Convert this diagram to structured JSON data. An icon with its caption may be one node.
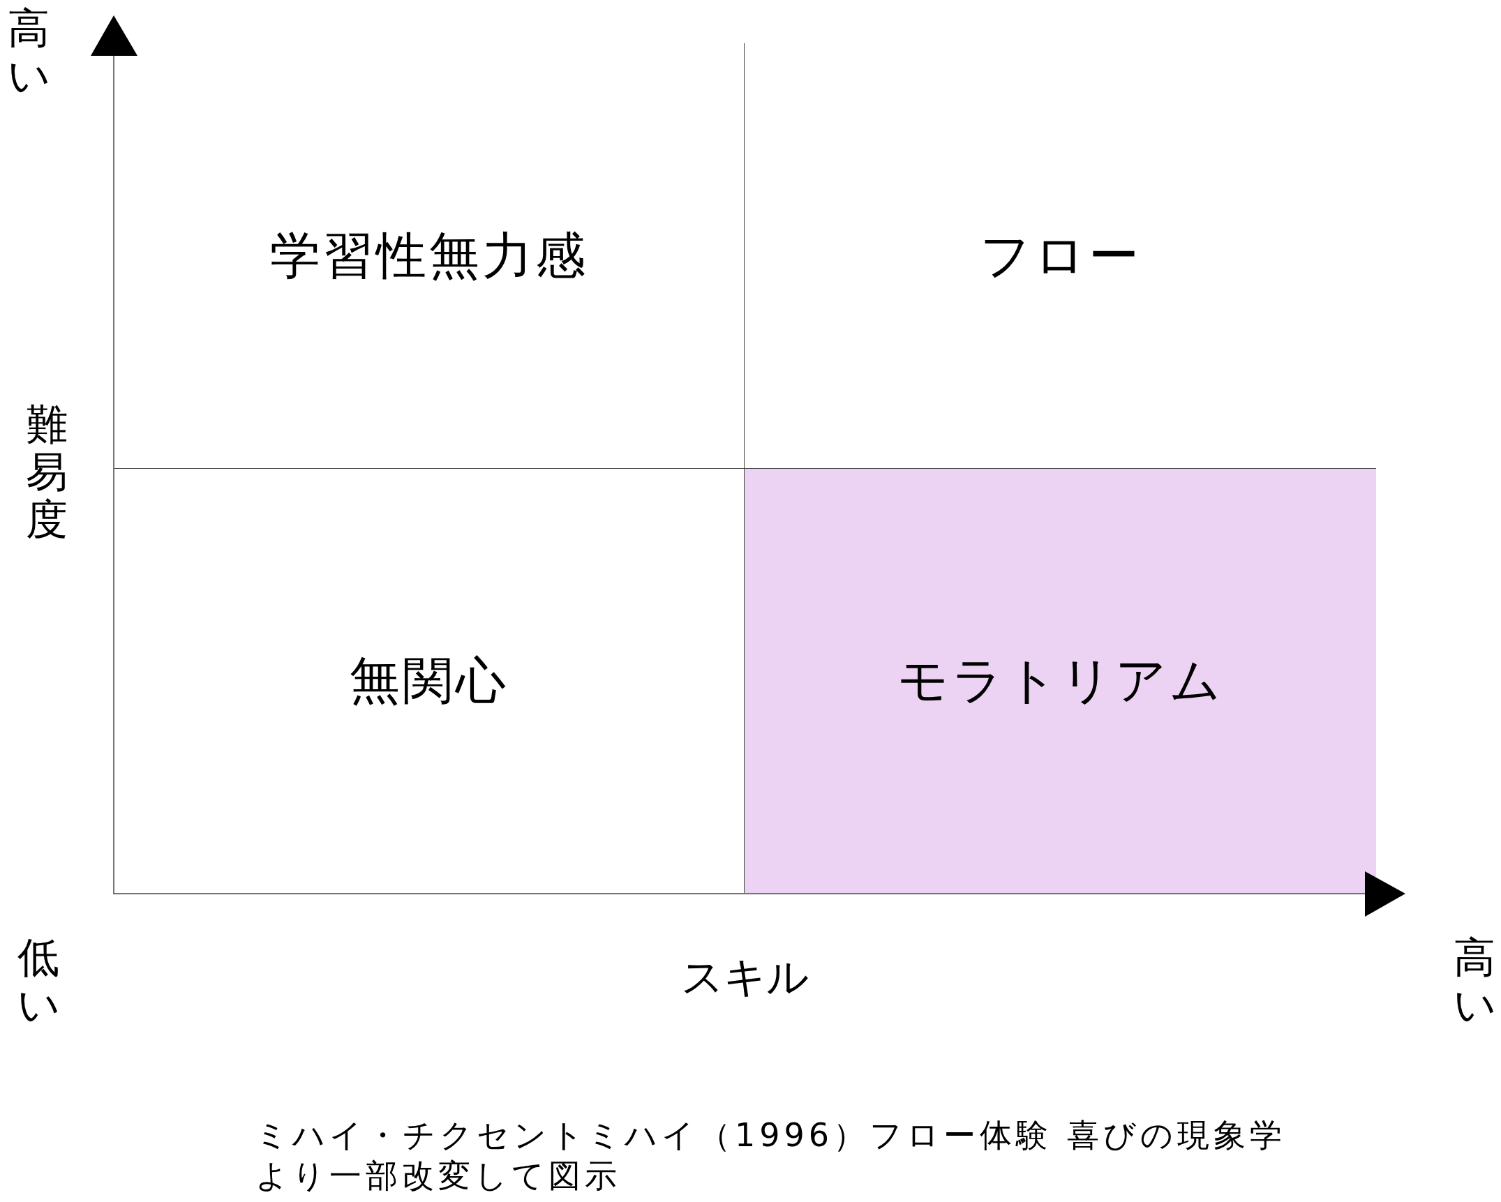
{
  "diagram": {
    "caption": "ミハイ・チクセントミハイ（1996）フロー体験 喜びの現象学より一部改変して図示",
    "nodes": [
      {
        "text": [
          "学習性無力感"
        ]
      },
      {
        "text": [
          "フロー"
        ]
      },
      {
        "text": [
          "無関心"
        ]
      },
      {
        "text": [
          "モラトリアム"
        ]
      }
    ],
    "labels": [
      "高い",
      "難易度",
      "低い",
      "スキル",
      "高い"
    ]
  }
}
